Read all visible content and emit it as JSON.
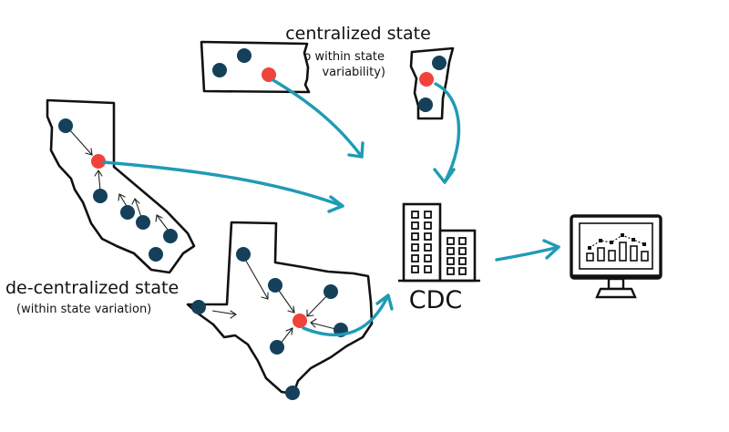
{
  "labels": {
    "centralized_title": "centralized state",
    "centralized_sub_1": "(no within state",
    "centralized_sub_2": "variability)",
    "decentralized_title": "de-centralized state",
    "decentralized_sub": "(within state variation)",
    "cdc": "CDC"
  },
  "colors": {
    "site_dot": "#14405a",
    "hub_dot": "#f0433a",
    "flow_arrow": "#1f9bb4",
    "outline": "#111111"
  },
  "icons": {
    "building": "cdc-building-icon",
    "monitor": "dashboard-monitor-icon"
  }
}
